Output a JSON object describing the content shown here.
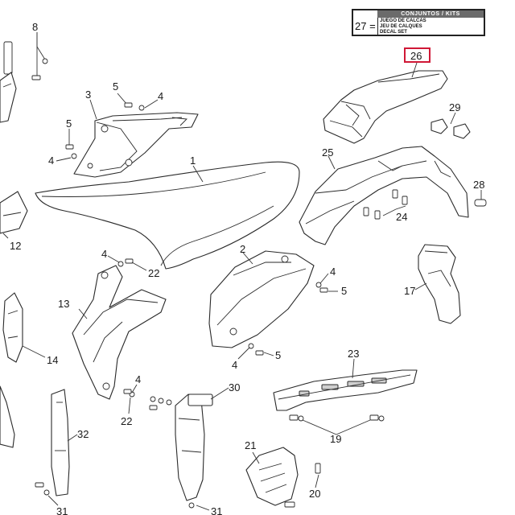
{
  "legend": {
    "number": "27 =",
    "header": "CONJUNTOS / KITS",
    "lines": [
      "JUEGO DE CALCAS",
      "JEU DE CALQUES",
      "DECAL SET"
    ]
  },
  "highlight_color": "#d01836",
  "callouts": {
    "c8": "8",
    "c5a": "5",
    "c4a": "4",
    "c3": "3",
    "c5b": "5",
    "c4b": "4",
    "c1": "1",
    "c26": "26",
    "c29": "29",
    "c25": "25",
    "c28": "28",
    "c24": "24",
    "c12": "12",
    "c4c": "4",
    "c22a": "22",
    "c2": "2",
    "c4d": "4",
    "c5c": "5",
    "c17": "17",
    "c13": "13",
    "c14": "14",
    "c5d": "5",
    "c4e": "4",
    "c23": "23",
    "c4f": "4",
    "c22b": "22",
    "c30": "30",
    "c19": "19",
    "c32": "32",
    "c21": "21",
    "c20": "20",
    "c31a": "31",
    "c31b": "31"
  }
}
